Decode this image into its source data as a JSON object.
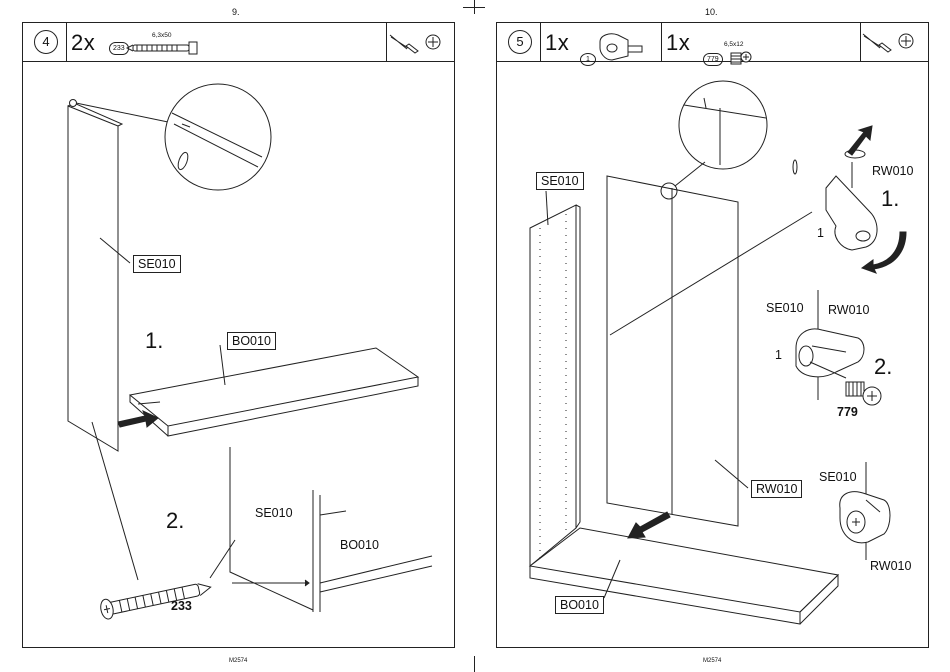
{
  "pages": [
    {
      "page_number": "9.",
      "footer": "M2574",
      "step": "4",
      "parts": [
        {
          "quantity": "2x",
          "code": "233",
          "size": "6,3x50"
        }
      ],
      "labels": {
        "side_panel": "SE010",
        "bottom": "BO010",
        "step1": "1.",
        "step2": "2.",
        "detail_side": "SE010",
        "detail_bottom": "BO010",
        "screw": "233"
      }
    },
    {
      "page_number": "10.",
      "footer": "M2574",
      "step": "5",
      "parts": [
        {
          "quantity": "1x",
          "code": "1"
        },
        {
          "quantity": "1x",
          "code": "779",
          "size": "6,5x12"
        }
      ],
      "labels": {
        "side_panel": "SE010",
        "door": "RW010",
        "bottom": "BO010",
        "top_detail_door": "RW010",
        "step1": "1.",
        "hinge_num_1": "1",
        "mid_side": "SE010",
        "mid_door": "RW010",
        "mid_hinge": "1",
        "step2": "2.",
        "mid_screw": "779",
        "bottom_side": "SE010",
        "bottom_door": "RW010"
      }
    }
  ]
}
